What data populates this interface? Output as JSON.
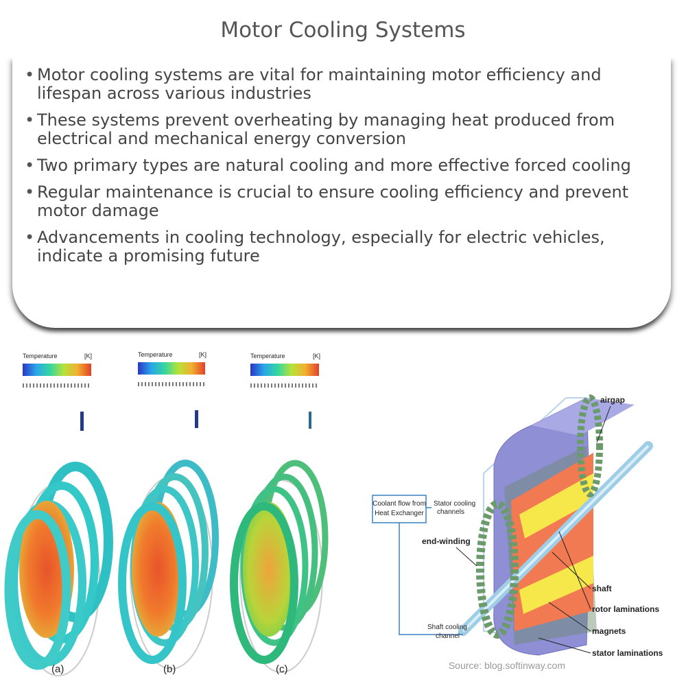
{
  "title": "Motor Cooling Systems",
  "bullets": [
    "Motor cooling systems are vital for maintaining motor efficiency and lifespan across various industries",
    "These systems prevent overheating by managing heat produced from electrical and mechanical energy conversion",
    "Two primary types are natural cooling and more effective forced cooling",
    "Regular maintenance is crucial to ensure cooling efficiency and prevent motor damage",
    "Advancements in cooling technology, especially for electric vehicles, indicate a promising future"
  ],
  "left_figure": {
    "legend_title": "Temperature",
    "legend_unit": "[K]",
    "panel_labels": [
      "(a)",
      "(b)",
      "(c)"
    ]
  },
  "right_figure": {
    "labels": {
      "airgap": "airgap",
      "coolant_flow": [
        "Coolant flow from",
        "Heat Exchanger"
      ],
      "stator_cooling": [
        "Stator cooling",
        "channels"
      ],
      "end_winding": "end-winding",
      "shaft": "shaft",
      "rotor_laminations": "rotor laminations",
      "magnets": "magnets",
      "stator_laminations": "stator laminations",
      "shaft_cooling": [
        "Shaft cooling",
        "channel"
      ]
    },
    "source": "Source: blog.softinway.com"
  },
  "colors": {
    "motor_hot": "#e8542a",
    "motor_mid": "#b9d43a",
    "motor_cool": "#3fc7c9",
    "housing": "#8f8fd6",
    "rotor": "#f27a52",
    "magnets": "#f6e84a",
    "shaft": "#9fcde6",
    "label_blue": "#3a7fc2"
  }
}
